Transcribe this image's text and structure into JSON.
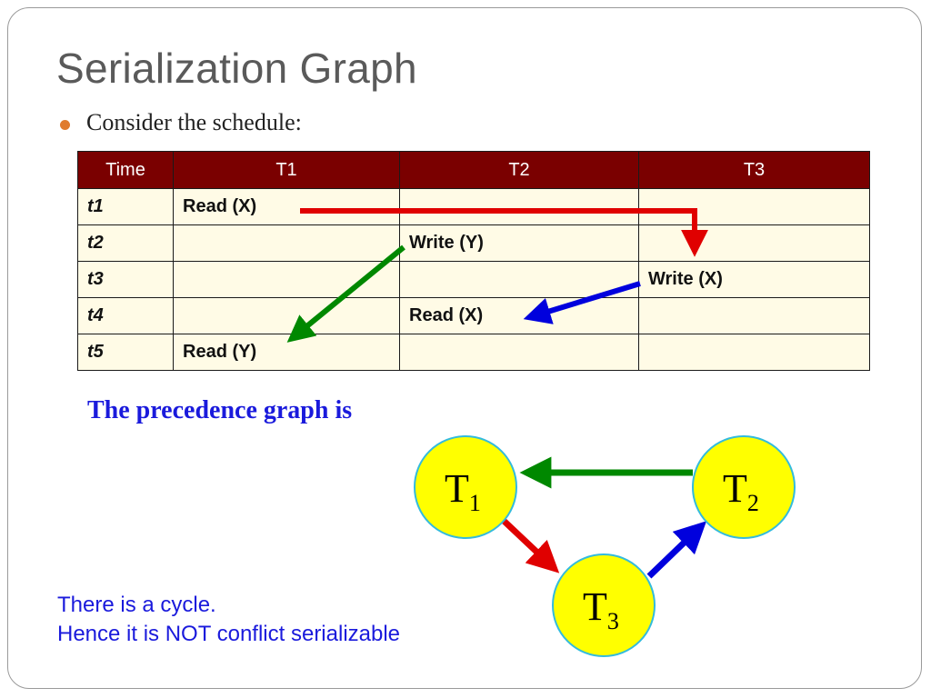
{
  "title": "Serialization Graph",
  "bullet": "Consider the schedule:",
  "table": {
    "headers": [
      "Time",
      "T1",
      "T2",
      "T3"
    ],
    "rows": [
      [
        "t1",
        "Read (X)",
        "",
        ""
      ],
      [
        "t2",
        "",
        "Write (Y)",
        ""
      ],
      [
        "t3",
        "",
        "",
        "Write (X)"
      ],
      [
        "t4",
        "",
        "Read (X)",
        ""
      ],
      [
        "t5",
        "Read (Y)",
        "",
        ""
      ]
    ]
  },
  "graph": {
    "heading": "The precedence graph is",
    "nodes": [
      {
        "id": "T1",
        "base": "T",
        "sub": "1"
      },
      {
        "id": "T2",
        "base": "T",
        "sub": "2"
      },
      {
        "id": "T3",
        "base": "T",
        "sub": "3"
      }
    ],
    "edges": [
      {
        "from": "T2",
        "to": "T1",
        "color": "#008800"
      },
      {
        "from": "T1",
        "to": "T3",
        "color": "#e00000"
      },
      {
        "from": "T3",
        "to": "T2",
        "color": "#0000dd"
      }
    ],
    "node_fill": "#ffff00",
    "node_stroke": "#33bbdd"
  },
  "conclusion": {
    "line1": "There is a cycle.",
    "line2": "Hence it is NOT conflict serializable"
  },
  "colors": {
    "header_bg": "#7a0000",
    "cell_bg": "#fffbe6",
    "accent_blue": "#1a1adc",
    "bullet": "#e07b2e"
  }
}
